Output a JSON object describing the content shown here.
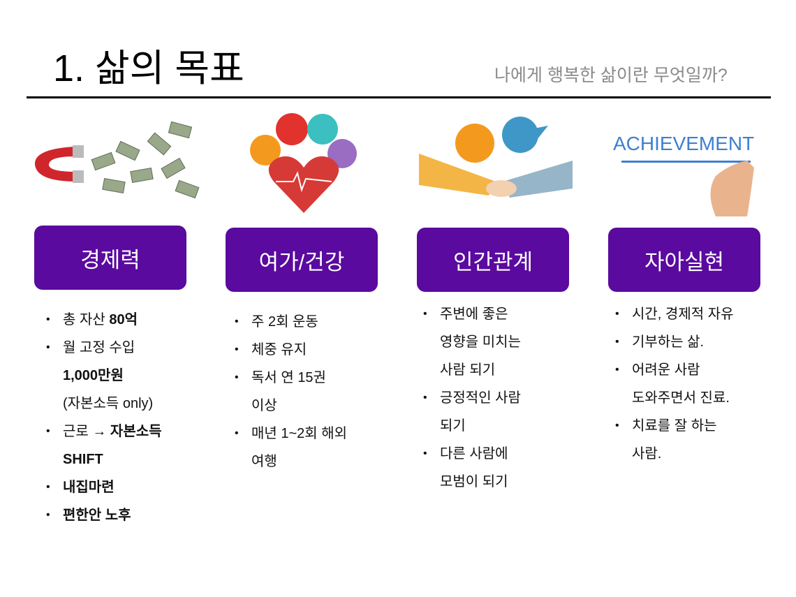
{
  "header": {
    "title": "1. 삶의 목표",
    "subtitle": "나에게 행복한 삶이란 무엇일까?"
  },
  "colors": {
    "accent": "#5a0a9f"
  },
  "columns": [
    {
      "icon": "money-magnet-icon",
      "label": "경제력",
      "items": [
        [
          [
            {
              "t": "총 자산 "
            },
            {
              "t": "80억",
              "b": true
            }
          ]
        ],
        [
          [
            {
              "t": "월 고정 수입"
            }
          ],
          [
            {
              "t": "1,000만원",
              "b": true
            }
          ],
          [
            {
              "t": "(자본소득 only)"
            }
          ]
        ],
        [
          [
            {
              "t": "근로 → "
            },
            {
              "t": "자본소득",
              "b": true
            }
          ],
          [
            {
              "t": "SHIFT",
              "b": true
            }
          ]
        ],
        [
          [
            {
              "t": "내집마련",
              "b": true
            }
          ]
        ],
        [
          [
            {
              "t": "편한안 노후",
              "b": true
            }
          ]
        ]
      ]
    },
    {
      "icon": "health-heart-icon",
      "label": "여가/건강",
      "items": [
        [
          [
            {
              "t": "주 2회 운동"
            }
          ]
        ],
        [
          [
            {
              "t": "체중 유지"
            }
          ]
        ],
        [
          [
            {
              "t": "독서 연 15권"
            }
          ],
          [
            {
              "t": "이상"
            }
          ]
        ],
        [
          [
            {
              "t": "매년 1~2회 해외"
            }
          ],
          [
            {
              "t": "여행"
            }
          ]
        ]
      ]
    },
    {
      "icon": "handshake-icon",
      "label": "인간관계",
      "items": [
        [
          [
            {
              "t": "주변에 좋은"
            }
          ],
          [
            {
              "t": "영향을 미치는"
            }
          ],
          [
            {
              "t": "사람 되기"
            }
          ]
        ],
        [
          [
            {
              "t": "긍정적인 사람"
            }
          ],
          [
            {
              "t": "되기"
            }
          ]
        ],
        [
          [
            {
              "t": "다른 사람에"
            }
          ],
          [
            {
              "t": "모범이 되기"
            }
          ]
        ]
      ]
    },
    {
      "icon": "achievement-hand-icon",
      "label": "자아실현",
      "image_text": "ACHIEVEMENT",
      "items": [
        [
          [
            {
              "t": "시간, 경제적 자유"
            }
          ]
        ],
        [
          [
            {
              "t": "기부하는 삶."
            }
          ]
        ],
        [
          [
            {
              "t": "어려운 사람"
            }
          ],
          [
            {
              "t": "도와주면서 진료."
            }
          ]
        ],
        [
          [
            {
              "t": "치료를 잘 하는"
            }
          ],
          [
            {
              "t": "사람."
            }
          ]
        ]
      ]
    }
  ]
}
